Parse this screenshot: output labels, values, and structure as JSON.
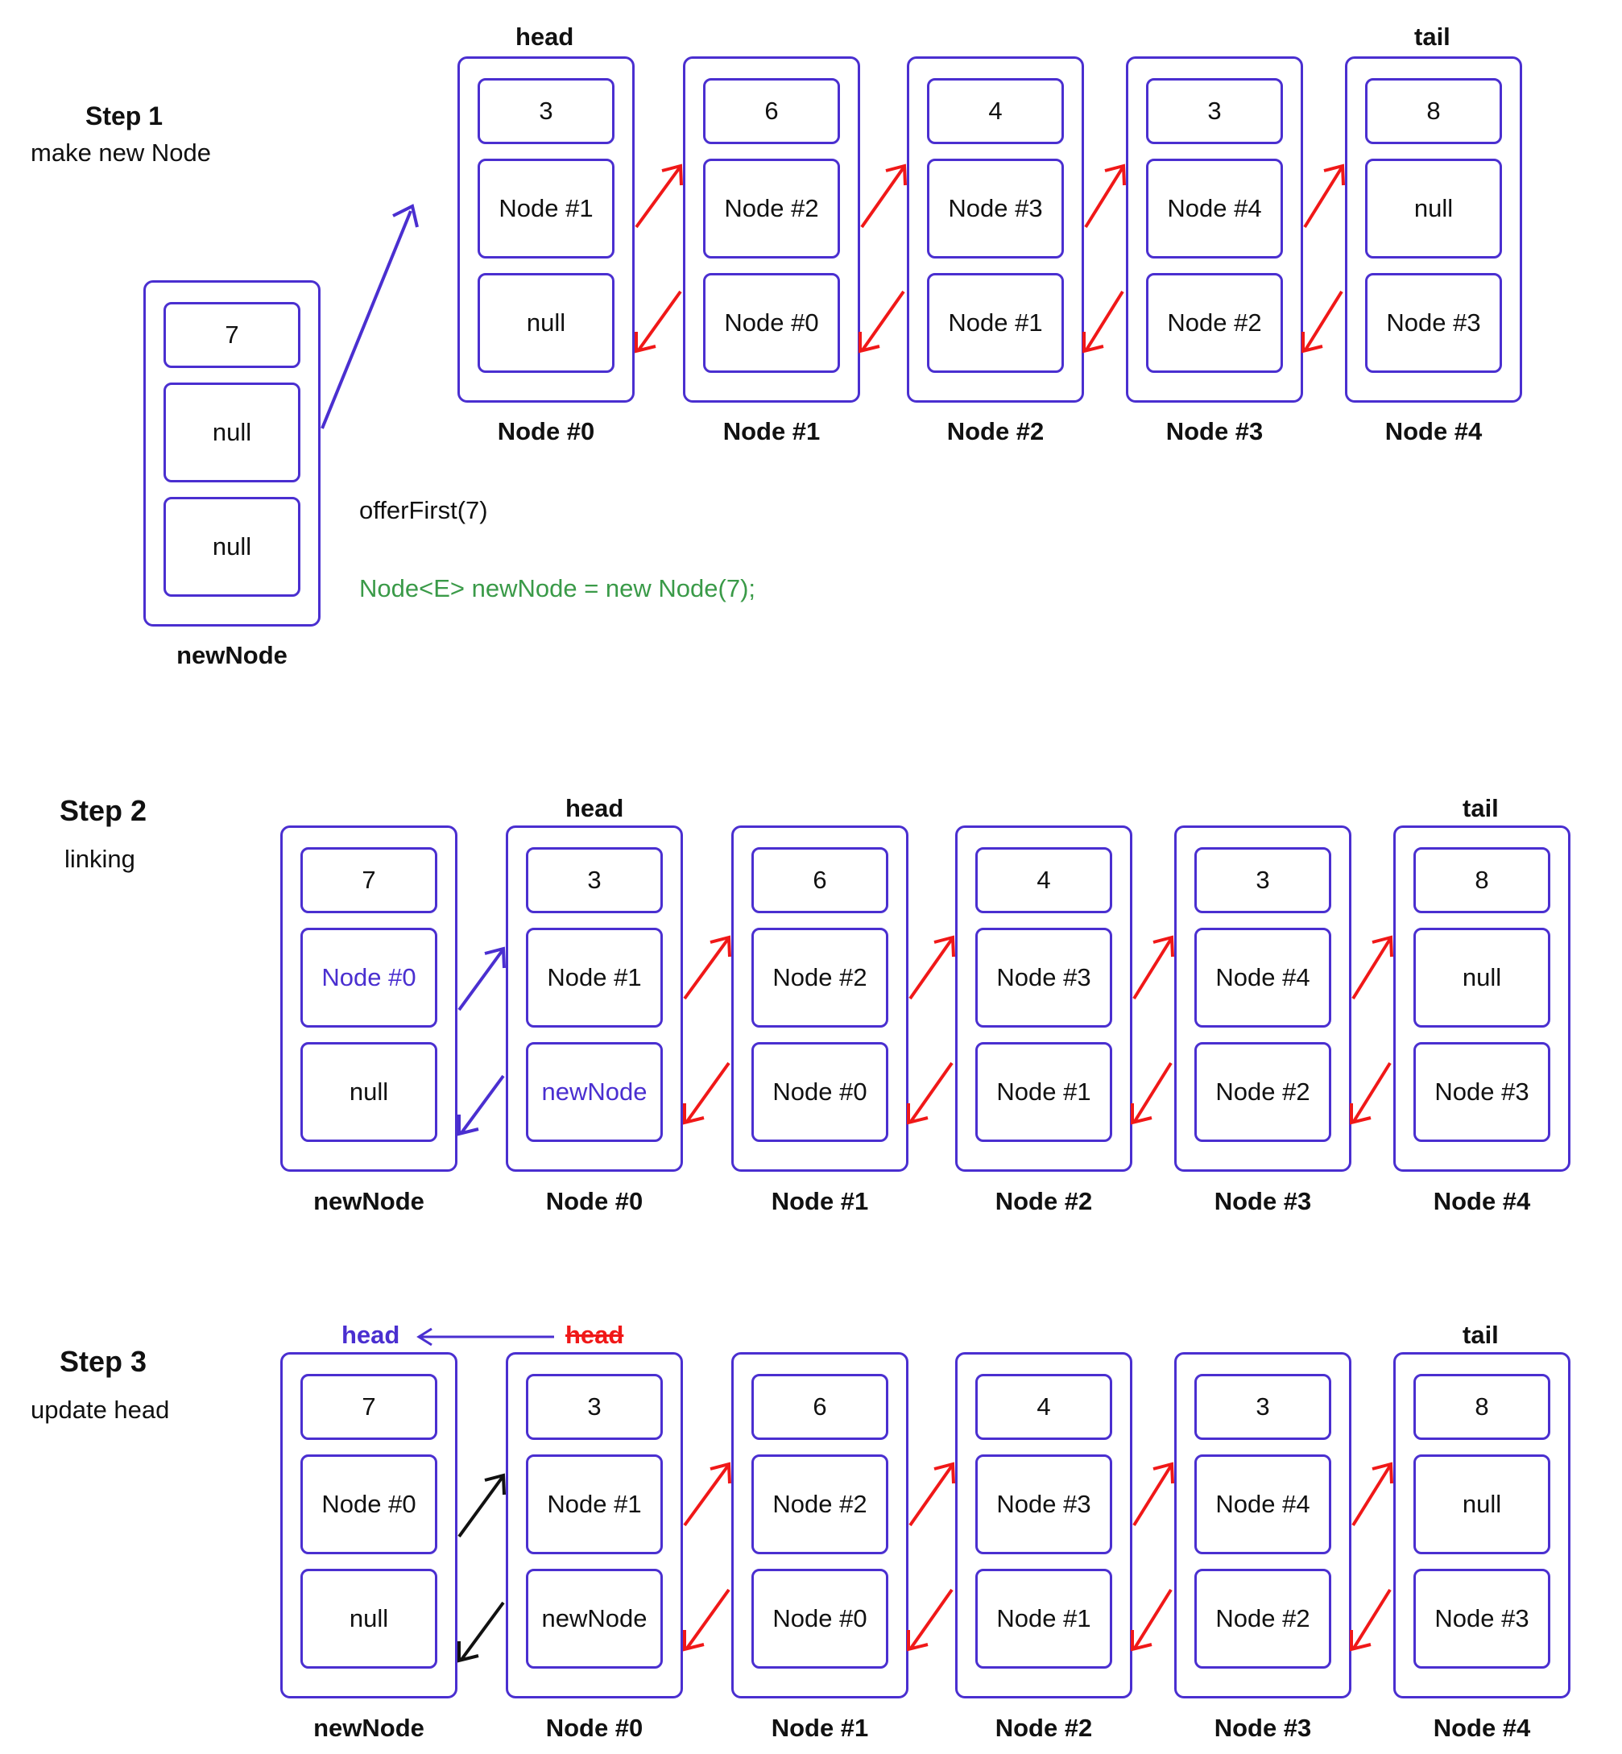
{
  "step1": {
    "title": "Step 1",
    "subtitle": "make new Node",
    "call": "offerFirst(7)",
    "code": "Node<E> newNode = new Node(7);",
    "head_label": "head",
    "tail_label": "tail",
    "new_node": {
      "value": "7",
      "next": "null",
      "prev": "null",
      "caption": "newNode"
    },
    "nodes": [
      {
        "value": "3",
        "next": "Node #1",
        "prev": "null",
        "caption": "Node #0"
      },
      {
        "value": "6",
        "next": "Node #2",
        "prev": "Node #0",
        "caption": "Node #1"
      },
      {
        "value": "4",
        "next": "Node #3",
        "prev": "Node #1",
        "caption": "Node #2"
      },
      {
        "value": "3",
        "next": "Node #4",
        "prev": "Node #2",
        "caption": "Node #3"
      },
      {
        "value": "8",
        "next": "null",
        "prev": "Node #3",
        "caption": "Node #4"
      }
    ]
  },
  "step2": {
    "title": "Step 2",
    "subtitle": "linking",
    "head_label": "head",
    "tail_label": "tail",
    "nodes": [
      {
        "value": "7",
        "next": "Node #0",
        "prev": "null",
        "caption": "newNode"
      },
      {
        "value": "3",
        "next": "Node #1",
        "prev": "newNode",
        "caption": "Node #0"
      },
      {
        "value": "6",
        "next": "Node #2",
        "prev": "Node #0",
        "caption": "Node #1"
      },
      {
        "value": "4",
        "next": "Node #3",
        "prev": "Node #1",
        "caption": "Node #2"
      },
      {
        "value": "3",
        "next": "Node #4",
        "prev": "Node #2",
        "caption": "Node #3"
      },
      {
        "value": "8",
        "next": "null",
        "prev": "Node #3",
        "caption": "Node #4"
      }
    ]
  },
  "step3": {
    "title": "Step 3",
    "subtitle": "update head",
    "new_head_label": "head",
    "old_head_label": "head",
    "tail_label": "tail",
    "nodes": [
      {
        "value": "7",
        "next": "Node #0",
        "prev": "null",
        "caption": "newNode"
      },
      {
        "value": "3",
        "next": "Node #1",
        "prev": "newNode",
        "caption": "Node #0"
      },
      {
        "value": "6",
        "next": "Node #2",
        "prev": "Node #0",
        "caption": "Node #1"
      },
      {
        "value": "4",
        "next": "Node #3",
        "prev": "Node #1",
        "caption": "Node #2"
      },
      {
        "value": "3",
        "next": "Node #4",
        "prev": "Node #2",
        "caption": "Node #3"
      },
      {
        "value": "8",
        "next": "null",
        "prev": "Node #3",
        "caption": "Node #4"
      }
    ]
  },
  "colors": {
    "node_border": "#4a2fd0",
    "link_arrow": "#f01818",
    "new_link_arrow": "#4a2fd0",
    "code_text": "#3a9a48",
    "highlight_text": "#4a2fd0",
    "old_head_text": "#f01818",
    "settled_link_arrow": "#111111"
  }
}
